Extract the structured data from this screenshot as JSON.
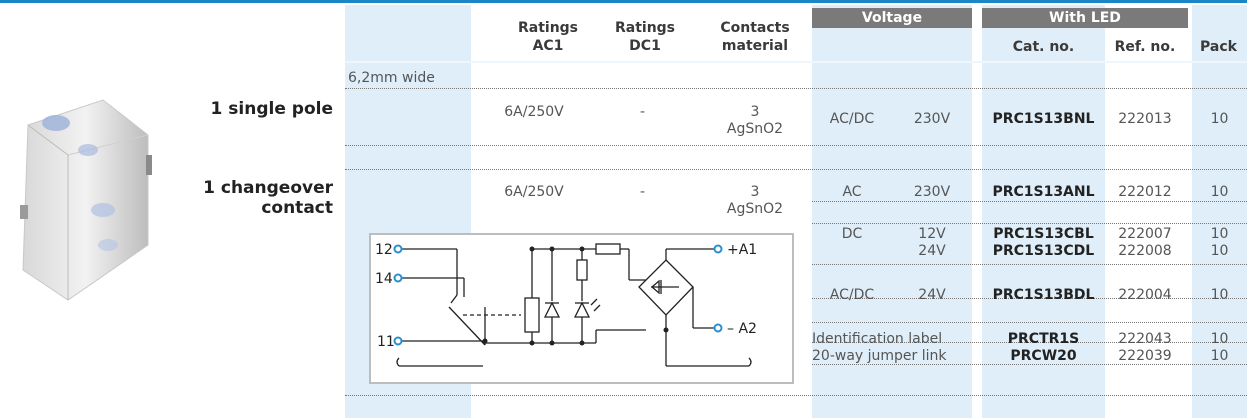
{
  "headers": {
    "ratings_ac1": [
      "Ratings",
      "AC1"
    ],
    "ratings_dc1": [
      "Ratings",
      "DC1"
    ],
    "contacts_material": [
      "Contacts",
      "material"
    ],
    "voltage": "Voltage",
    "with_led": "With LED",
    "cat_no": "Cat. no.",
    "ref_no": "Ref. no.",
    "pack": "Pack"
  },
  "section_note": "6,2mm wide",
  "products": [
    {
      "title": "1 single pole"
    },
    {
      "title": "1 changeover contact",
      "title_lines": [
        "1 changeover",
        "contact"
      ]
    }
  ],
  "rows": [
    {
      "ac1": "6A/250V",
      "dc1": "-",
      "material": [
        "3",
        "AgSnO2"
      ],
      "vtype": "AC/DC",
      "voltage": "230V",
      "cat": "PRC1S13BNL",
      "ref": "222013",
      "pack": "10"
    },
    {
      "ac1": "6A/250V",
      "dc1": "-",
      "material": [
        "3",
        "AgSnO2"
      ],
      "vtype": "AC",
      "voltage": "230V",
      "cat": "PRC1S13ANL",
      "ref": "222012",
      "pack": "10"
    },
    {
      "vtype": "DC",
      "voltage": "12V",
      "cat": "PRC1S13CBL",
      "ref": "222007",
      "pack": "10"
    },
    {
      "vtype": "",
      "voltage": "24V",
      "cat": "PRC1S13CDL",
      "ref": "222008",
      "pack": "10"
    },
    {
      "vtype": "AC/DC",
      "voltage": "24V",
      "cat": "PRC1S13BDL",
      "ref": "222004",
      "pack": "10"
    }
  ],
  "accessories": [
    {
      "label": "Identification label",
      "cat": "PRCTR1S",
      "ref": "222043",
      "pack": "10"
    },
    {
      "label": "20-way jumper link",
      "cat": "PRCW20",
      "ref": "222039",
      "pack": "10"
    }
  ],
  "diagram": {
    "terminals": [
      "12",
      "14",
      "11",
      "+A1",
      "– A2"
    ]
  },
  "colors": {
    "band": "#dfeef8",
    "band_light": "#eef6fb",
    "group_header": "#7a7a7a",
    "topline": "#1a86c8"
  }
}
